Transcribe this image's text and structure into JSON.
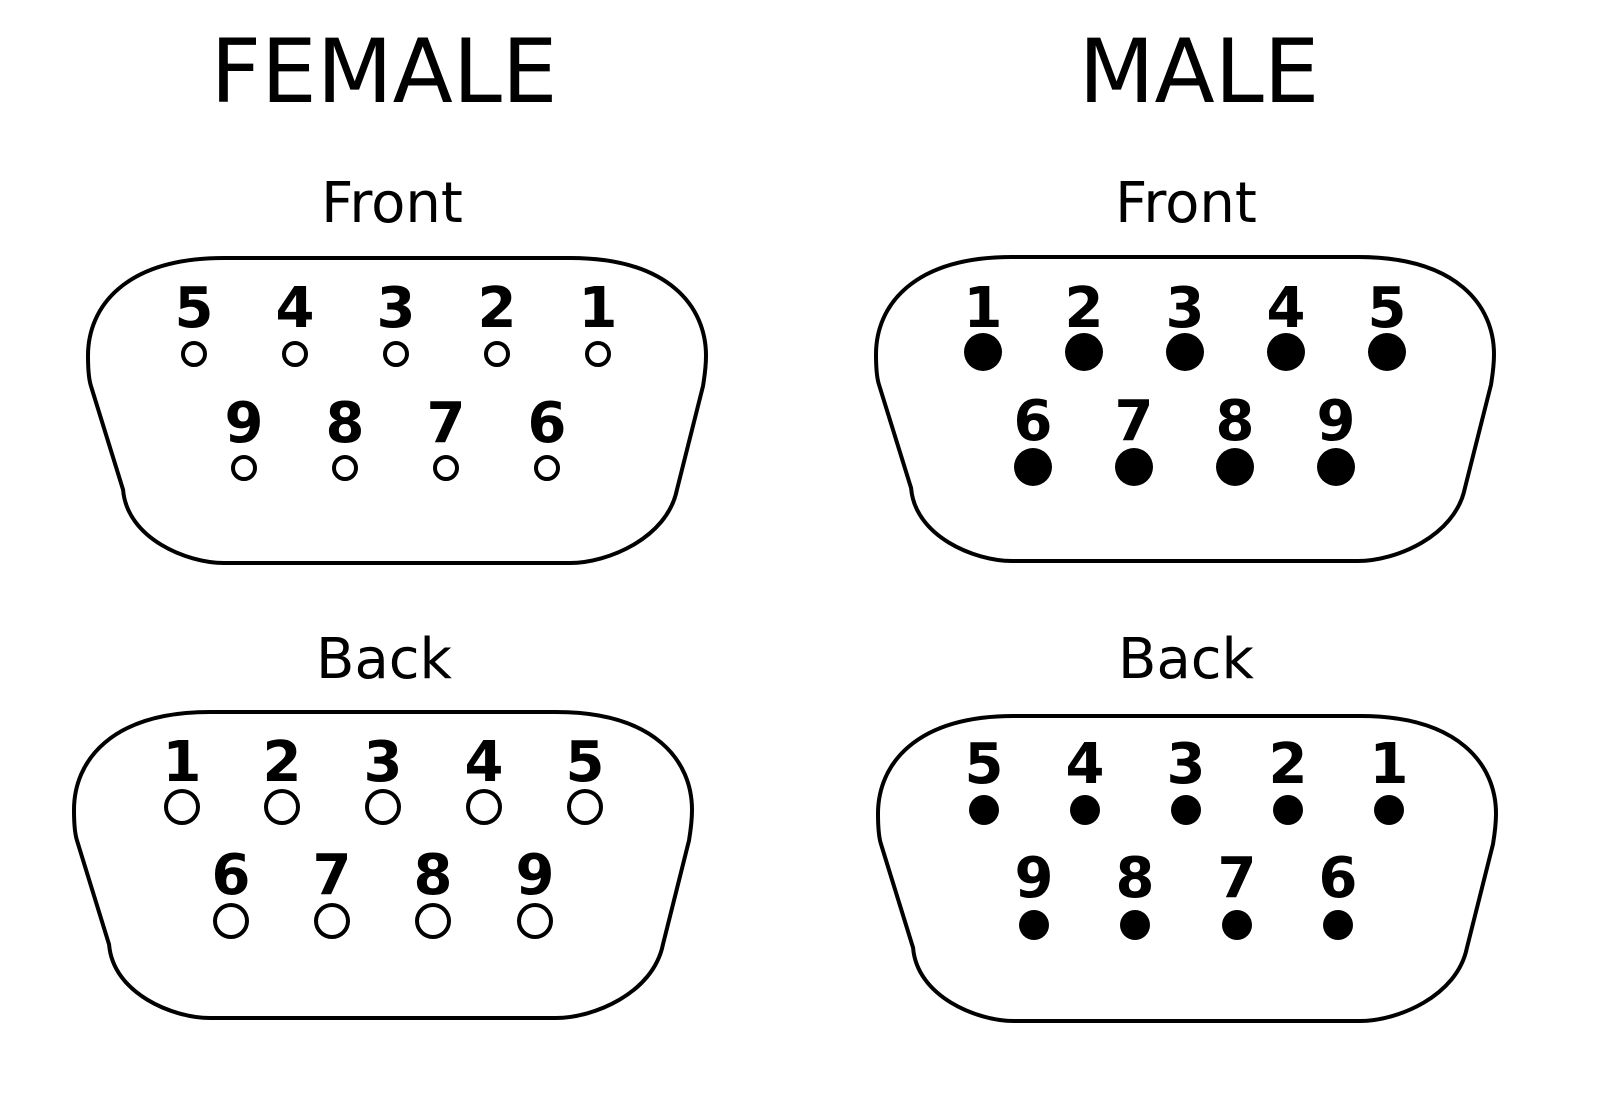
{
  "female": {
    "title": "FEMALE",
    "front": {
      "label": "Front",
      "pin_style": "hollow",
      "pin_size": "small",
      "top_row": [
        "5",
        "4",
        "3",
        "2",
        "1"
      ],
      "bottom_row": [
        "9",
        "8",
        "7",
        "6"
      ]
    },
    "back": {
      "label": "Back",
      "pin_style": "hollow",
      "pin_size": "large",
      "top_row": [
        "1",
        "2",
        "3",
        "4",
        "5"
      ],
      "bottom_row": [
        "6",
        "7",
        "8",
        "9"
      ]
    }
  },
  "male": {
    "title": "MALE",
    "front": {
      "label": "Front",
      "pin_style": "filled",
      "pin_size": "large",
      "top_row": [
        "1",
        "2",
        "3",
        "4",
        "5"
      ],
      "bottom_row": [
        "6",
        "7",
        "8",
        "9"
      ]
    },
    "back": {
      "label": "Back",
      "pin_style": "filled",
      "pin_size": "small",
      "top_row": [
        "5",
        "4",
        "3",
        "2",
        "1"
      ],
      "bottom_row": [
        "9",
        "8",
        "7",
        "6"
      ]
    }
  },
  "colors": {
    "stroke": "#000000",
    "background": "#ffffff"
  }
}
